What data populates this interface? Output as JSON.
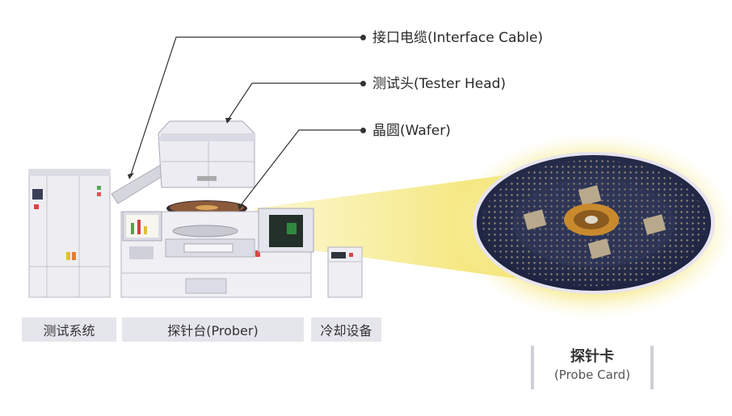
{
  "callouts": [
    {
      "id": "interface-cable",
      "text": "接口电缆(Interface Cable)"
    },
    {
      "id": "tester-head",
      "text": "测试头(Tester Head)"
    },
    {
      "id": "wafer",
      "text": "晶圆(Wafer)"
    }
  ],
  "captions": {
    "test_system": "测试系统",
    "prober": "探针台(Prober)",
    "cooling": "冷却设备"
  },
  "probe_card": {
    "title": "探针卡",
    "subtitle": "(Probe Card)"
  }
}
